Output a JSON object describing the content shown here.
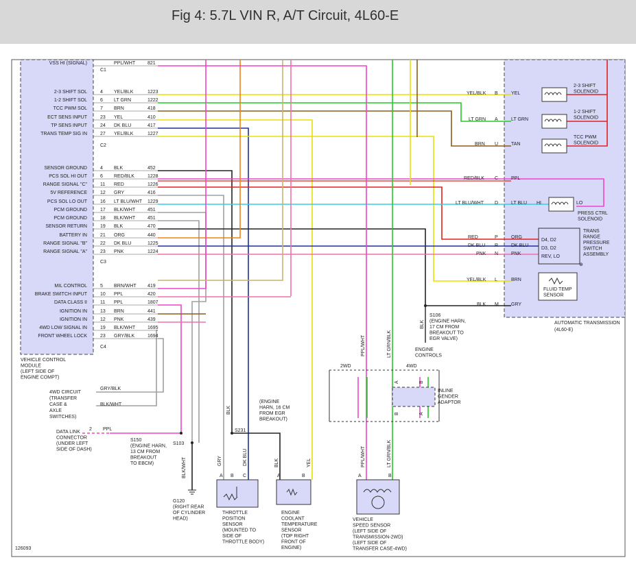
{
  "title": "Fig 4: 5.7L VIN R, A/T Circuit, 4L60-E",
  "figure_id": "126093",
  "vcm": {
    "label_lines": [
      "VEHICLE CONTROL",
      "MODULE",
      "(LEFT SIDE OF",
      "ENGINE COMPT)"
    ],
    "connectors": [
      "C1",
      "C2",
      "C3",
      "C4"
    ],
    "pins": [
      {
        "label": "VSS HI (SIGNAL)",
        "pin": "",
        "color": "PPL/WHT",
        "circuit": "821"
      },
      {
        "label": "2-3 SHIFT SOL",
        "pin": "4",
        "color": "YEL/BLK",
        "circuit": "1223"
      },
      {
        "label": "1-2 SHIFT SOL",
        "pin": "6",
        "color": "LT GRN",
        "circuit": "1222"
      },
      {
        "label": "TCC PWM SOL",
        "pin": "7",
        "color": "BRN",
        "circuit": "418"
      },
      {
        "label": "ECT SENS INPUT",
        "pin": "23",
        "color": "YEL",
        "circuit": "410"
      },
      {
        "label": "TP SENS INPUT",
        "pin": "24",
        "color": "DK BLU",
        "circuit": "417"
      },
      {
        "label": "TRANS TEMP SIG IN",
        "pin": "27",
        "color": "YEL/BLK",
        "circuit": "1227"
      },
      {
        "label": "SENSOR GROUND",
        "pin": "4",
        "color": "BLK",
        "circuit": "452"
      },
      {
        "label": "PCS SOL HI OUT",
        "pin": "6",
        "color": "RED/BLK",
        "circuit": "1228"
      },
      {
        "label": "RANGE SIGNAL \"C\"",
        "pin": "11",
        "color": "RED",
        "circuit": "1226"
      },
      {
        "label": "5V REFERENCE",
        "pin": "12",
        "color": "GRY",
        "circuit": "416"
      },
      {
        "label": "PCS SOL LO OUT",
        "pin": "16",
        "color": "LT BLU/WHT",
        "circuit": "1229"
      },
      {
        "label": "PCM GROUND",
        "pin": "17",
        "color": "BLK/WHT",
        "circuit": "451"
      },
      {
        "label": "PCM GROUND",
        "pin": "18",
        "color": "BLK/WHT",
        "circuit": "451"
      },
      {
        "label": "SENSOR RETURN",
        "pin": "19",
        "color": "BLK",
        "circuit": "470"
      },
      {
        "label": "BATTERY IN",
        "pin": "21",
        "color": "ORG",
        "circuit": "440"
      },
      {
        "label": "RANGE SIGNAL \"B\"",
        "pin": "22",
        "color": "DK BLU",
        "circuit": "1225"
      },
      {
        "label": "RANGE SIGNAL \"A\"",
        "pin": "23",
        "color": "PNK",
        "circuit": "1224"
      },
      {
        "label": "MIL CONTROL",
        "pin": "5",
        "color": "BRN/WHT",
        "circuit": "419"
      },
      {
        "label": "BRAKE SWITCH INPUT",
        "pin": "10",
        "color": "PPL",
        "circuit": "420"
      },
      {
        "label": "DATA CLASS II",
        "pin": "11",
        "color": "PPL",
        "circuit": "1807"
      },
      {
        "label": "IGNITION IN",
        "pin": "13",
        "color": "BRN",
        "circuit": "441"
      },
      {
        "label": "IGNITION IN",
        "pin": "12",
        "color": "PNK",
        "circuit": "439"
      },
      {
        "label": "4WD LOW SIGNAL IN",
        "pin": "19",
        "color": "BLK/WHT",
        "circuit": "1695"
      },
      {
        "label": "FRONT WHEEL LOCK",
        "pin": "23",
        "color": "GRY/BLK",
        "circuit": "1694"
      }
    ]
  },
  "transmission": {
    "label_lines": [
      "AUTOMATIC TRANSMISSION",
      "(4L60-E)"
    ],
    "solenoid_23": [
      "2-3 SHIFT",
      "SOLENOID"
    ],
    "solenoid_12": [
      "1-2 SHIFT",
      "SOLENOID"
    ],
    "solenoid_tcc": [
      "TCC PWM",
      "SOLENOID"
    ],
    "press_ctrl": [
      "PRESS CTRL",
      "SOLENOID"
    ],
    "range_switch": [
      "TRANS",
      "RANGE",
      "PRESSURE",
      "SWITCH",
      "ASSEMBLY"
    ],
    "fluid_temp": [
      "FLUID TEMP",
      "SENSOR"
    ],
    "hi": "HI",
    "lo": "LO",
    "switch_labels": [
      "D4, D2",
      "D3, D2",
      "REV, LO"
    ],
    "pins": [
      {
        "wire": "YEL/BLK",
        "pin": "B",
        "inner": "YEL"
      },
      {
        "wire": "LT GRN",
        "pin": "A",
        "inner": "LT GRN"
      },
      {
        "wire": "BRN",
        "pin": "U",
        "inner": "TAN"
      },
      {
        "wire": "RED/BLK",
        "pin": "C",
        "inner": "PPL"
      },
      {
        "wire": "LT BLU/WHT",
        "pin": "D",
        "inner": "LT BLU"
      },
      {
        "wire": "RED",
        "pin": "P",
        "inner": "ORG"
      },
      {
        "wire": "DK BLU",
        "pin": "R",
        "inner": "DK BLU"
      },
      {
        "wire": "PNK",
        "pin": "N",
        "inner": "PNK"
      },
      {
        "wire": "YEL/BLK",
        "pin": "L",
        "inner": "BRN"
      },
      {
        "wire": "BLK",
        "pin": "M",
        "inner": "GRY"
      }
    ]
  },
  "s106": [
    "S106",
    "(ENGINE HARN,",
    "17 CM FROM",
    "BREAKOUT TO",
    "EGR VALVE)"
  ],
  "engine_controls": [
    "ENGINE",
    "CONTROLS"
  ],
  "four_wd_circuit": [
    "4WD CIRCUIT",
    "(TRANSFER",
    "CASE &",
    "AXLE",
    "SWITCHES)"
  ],
  "four_wd_wires": [
    "GRY/BLK",
    "BLK/WHT"
  ],
  "dlc": {
    "lines": [
      "DATA LINK",
      "CONNECTOR",
      "(UNDER LEFT",
      "SIDE OF DASH)"
    ],
    "pin": "2",
    "wire": "PPL"
  },
  "s150": [
    "S150",
    "(ENGINE HARN,",
    "13 CM FROM",
    "BREAKOUT",
    "TO EBCM)"
  ],
  "s103": "S103",
  "g120": [
    "G120",
    "(RIGHT REAR",
    "OF CYLINDER",
    "HEAD)"
  ],
  "s231": {
    "lines": [
      "(ENGINE",
      "HARN, 16 CM",
      "FROM EGR",
      "BREAKOUT)"
    ],
    "id": "S231"
  },
  "tps": {
    "lines": [
      "THROTTLE",
      "POSITION",
      "SENSOR",
      "(MOUNTED TO",
      "SIDE OF",
      "THROTTLE BODY)"
    ],
    "pins": [
      "A",
      "B",
      "C"
    ],
    "wires": [
      "GRY",
      "BLK",
      "DK BLU"
    ]
  },
  "ect": {
    "lines": [
      "ENGINE",
      "COOLANT",
      "TEMPERATURE",
      "SENSOR",
      "(TOP RIGHT",
      "FRONT OF",
      "ENGINE)"
    ],
    "pins": [
      "A",
      "B"
    ],
    "wires": [
      "BLK",
      "YEL"
    ]
  },
  "vss": {
    "lines": [
      "VEHICLE",
      "SPEED SENSOR",
      "(LEFT SIDE OF",
      "TRANSMISSION-2WD)",
      "(LEFT SIDE OF",
      "TRANSFER CASE-4WD)"
    ],
    "pins": [
      "A",
      "B"
    ],
    "wires": [
      "PPL/WHT",
      "LT GRN/BLK"
    ]
  },
  "inline_adaptor": {
    "lines": [
      "INLINE",
      "GENDER",
      "ADAPTOR"
    ],
    "pins": [
      "A",
      "B",
      "B",
      "A"
    ]
  },
  "two_wd": "2WD",
  "four_wd": "4WD",
  "wire_labels": {
    "blk_wht": "BLK/WHT",
    "blk": "BLK",
    "ppl_wht": "PPL/WHT",
    "lt_grn_blk": "LT GRN/BLK"
  },
  "colors": {
    "yellow": "#e8e000",
    "green": "#22cc22",
    "brown": "#8b5a1a",
    "blue": "#1a2f9a",
    "red": "#e02020",
    "magenta": "#ee44cc",
    "pink": "#f070a8",
    "cyan": "#30d0e8",
    "orange": "#f08010",
    "gray": "#a0a0a0",
    "black": "#222222",
    "module_fill": "#d8d8f8"
  }
}
